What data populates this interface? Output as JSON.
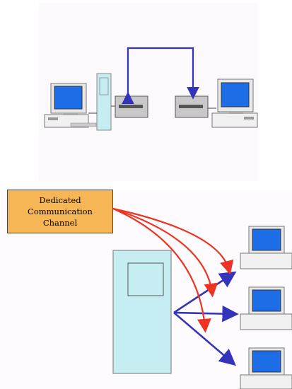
{
  "top_diagram": {
    "devices": [
      "desktop-computer-left",
      "modem-left",
      "modem-right",
      "desktop-computer-right"
    ],
    "link_color": "#3333bb",
    "modem_color": "#c8c8c8",
    "tower_color": "#c6eef2",
    "screen_color": "#1c6de6"
  },
  "bottom_diagram": {
    "label_lines": [
      "Dedicated",
      "Communication",
      "Channel"
    ],
    "label_fill": "#f6b655",
    "dedicated_channel_color": "#ee3322",
    "link_color": "#3333bb",
    "host_color": "#c6eef2",
    "terminal_count": 3
  }
}
